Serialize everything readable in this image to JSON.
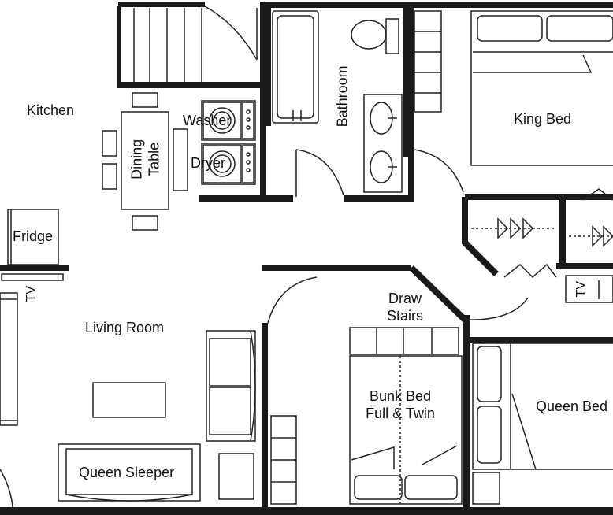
{
  "rooms": {
    "kitchen": "Kitchen",
    "washer": "Washer",
    "dryer": "Dryer",
    "dining_table_line1": "Dining",
    "dining_table_line2": "Table",
    "bathroom": "Bathroom",
    "king_bed": "King Bed",
    "fridge": "Fridge",
    "tv_left": "TV",
    "tv_right": "TV",
    "living_room": "Living Room",
    "draw_stairs_line1": "Draw",
    "draw_stairs_line2": "Stairs",
    "bunk_bed_line1": "Bunk Bed",
    "bunk_bed_line2": "Full & Twin",
    "queen_bed": "Queen Bed",
    "queen_sleeper": "Queen Sleeper"
  },
  "colors": {
    "wall": "#1a1a1a",
    "line": "#222222",
    "background": "#ffffff"
  }
}
